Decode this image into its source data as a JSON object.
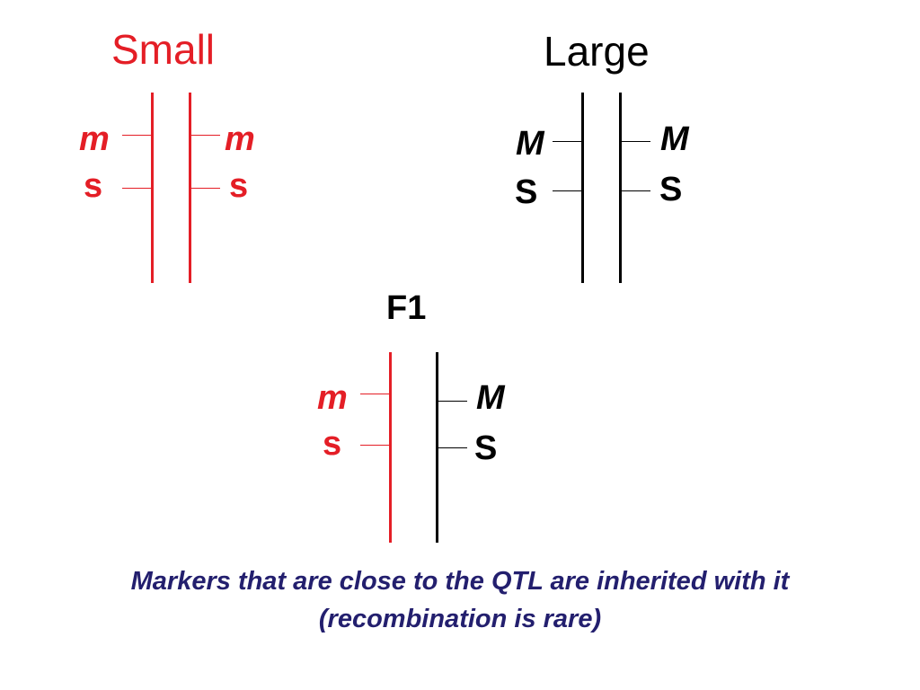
{
  "small": {
    "title": "Small",
    "left_labels": [
      "m",
      "s"
    ],
    "right_labels": [
      "m",
      "s"
    ]
  },
  "large": {
    "title": "Large",
    "left_labels": [
      "M",
      "S"
    ],
    "right_labels": [
      "M",
      "S"
    ]
  },
  "f1": {
    "title": "F1",
    "left_labels": [
      "m",
      "s"
    ],
    "right_labels": [
      "M",
      "S"
    ]
  },
  "caption": {
    "line1": "Markers that are close to the QTL are inherited with it",
    "line2": "(recombination is rare)"
  },
  "colors": {
    "small": "#e41e26",
    "large": "#000000",
    "caption": "#231f6e"
  }
}
